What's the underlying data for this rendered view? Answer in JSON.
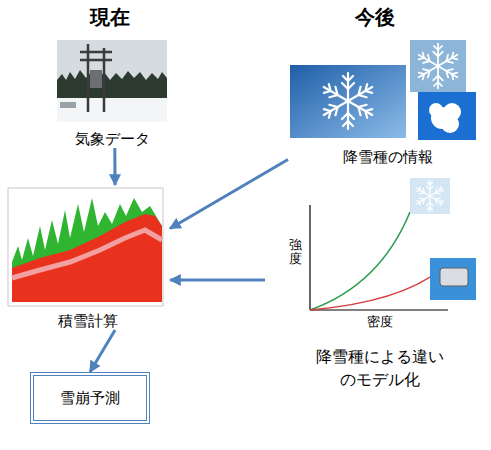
{
  "diagram": {
    "nodes": [
      {
        "text": [
          "気象データ"
        ]
      },
      {
        "text": [
          "積雪計算"
        ]
      },
      {
        "text": [
          "雪崩予測"
        ]
      },
      {
        "text": [
          "降雪種の情報"
        ]
      },
      {
        "text": [
          "降雪種による違い のモデル化"
        ]
      }
    ],
    "edges": [
      {
        "from": 0,
        "to": 1,
        "arrow": "to"
      },
      {
        "from": 1,
        "to": 2,
        "arrow": "to"
      },
      {
        "from": 3,
        "to": 1,
        "arrow": "to"
      },
      {
        "from": 4,
        "to": 1,
        "arrow": "to"
      }
    ],
    "labels": [
      "現在",
      "今後",
      "強度",
      "密度"
    ]
  }
}
